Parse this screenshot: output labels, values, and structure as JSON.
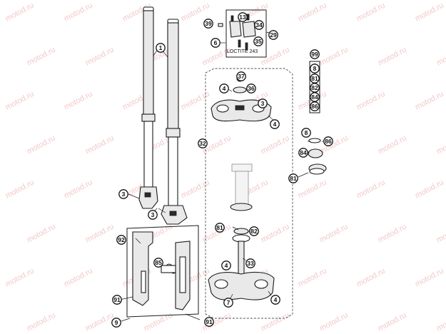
{
  "watermark": "motod.ru",
  "note": "LOCTITE 243",
  "callouts": [
    "1",
    "39",
    "13",
    "34",
    "6",
    "35",
    "29",
    "99",
    "8",
    "81",
    "82",
    "84",
    "86",
    "37",
    "4",
    "36",
    "3",
    "4",
    "32",
    "8",
    "86",
    "84",
    "81",
    "3",
    "3",
    "92",
    "81",
    "82",
    "85",
    "4",
    "33",
    "7",
    "4",
    "91",
    "9",
    "91"
  ],
  "colors": {
    "line": "#1a1a1a",
    "fill": "#e9e9e9",
    "watermark": "#f2c9c9"
  }
}
